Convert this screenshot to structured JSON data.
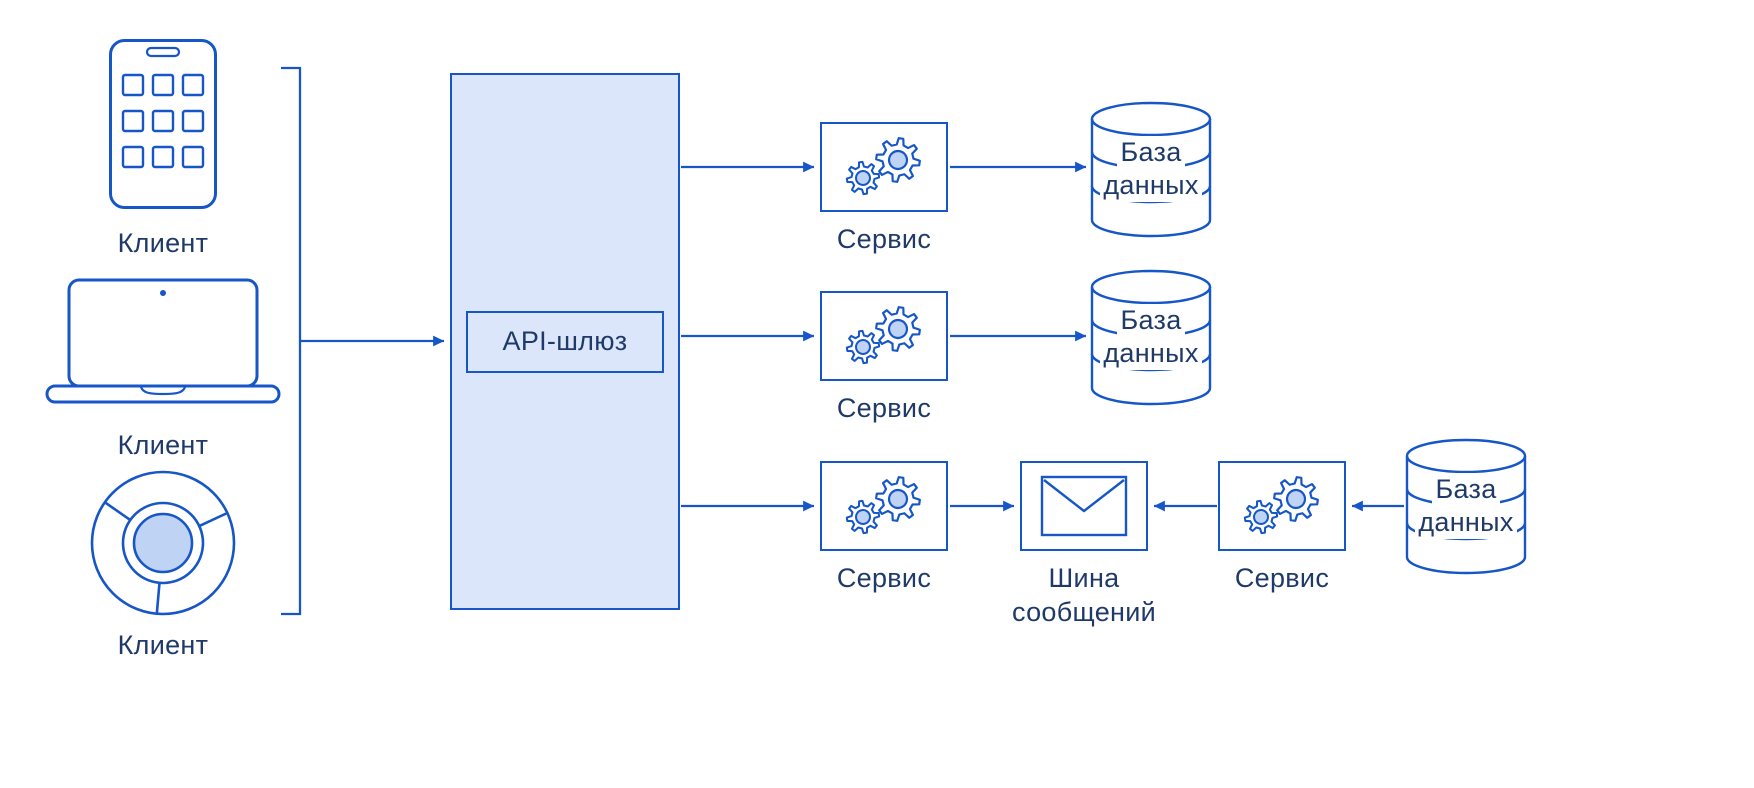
{
  "colors": {
    "line": "#1656C7",
    "gateway_fill": "#DBE6FB",
    "accent_fill": "#BFD3F4",
    "text": "#1F3A68",
    "background": "#FFFFFF"
  },
  "clients": [
    {
      "label": "Клиент",
      "icon": "smartphone-icon"
    },
    {
      "label": "Клиент",
      "icon": "laptop-icon"
    },
    {
      "label": "Клиент",
      "icon": "browser-icon"
    }
  ],
  "gateway": {
    "label": "API-шлюз"
  },
  "services": [
    {
      "label": "Сервис"
    },
    {
      "label": "Сервис"
    },
    {
      "label": "Сервис"
    },
    {
      "label": "Сервис"
    }
  ],
  "message_bus": {
    "icon": "envelope-icon",
    "lines": [
      "Шина",
      "сообщений"
    ]
  },
  "databases": [
    {
      "lines": [
        "База",
        "данных"
      ]
    },
    {
      "lines": [
        "База",
        "данных"
      ]
    },
    {
      "lines": [
        "База",
        "данных"
      ]
    }
  ]
}
